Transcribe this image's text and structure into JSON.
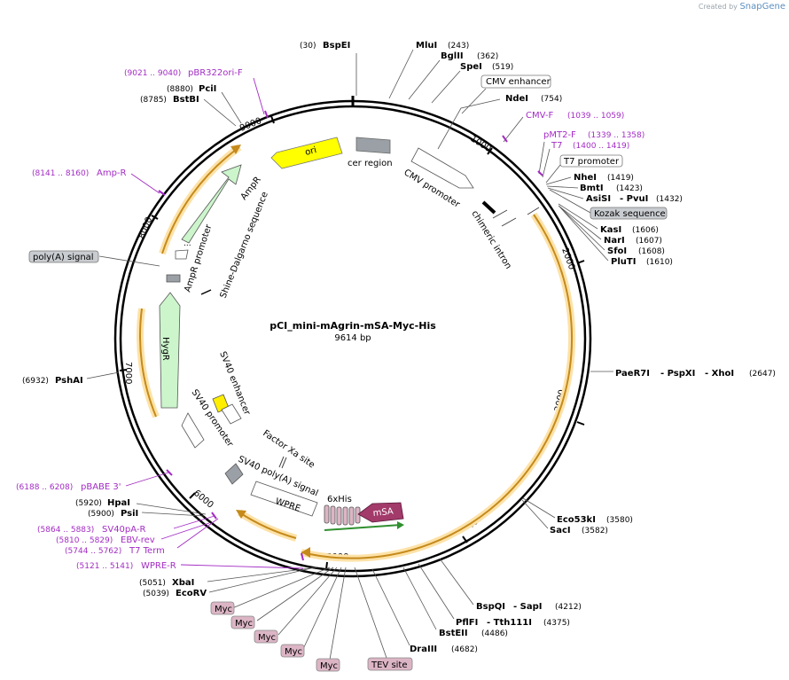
{
  "credit": {
    "prefix": "Created by",
    "brand": "SnapGene"
  },
  "plasmid": {
    "name": "pCI_mini-mAgrin-mSA-Myc-His",
    "size": "9614 bp"
  },
  "ticks": [
    "1000",
    "2000",
    "3000",
    "4000",
    "5000",
    "6000",
    "7000",
    "8000",
    "9000"
  ],
  "enzymes": {
    "bspei": {
      "name": "BspEI",
      "pos": "(30)"
    },
    "mlui": {
      "name": "MluI",
      "pos": "(243)"
    },
    "bglii": {
      "name": "BglII",
      "pos": "(362)"
    },
    "spei": {
      "name": "SpeI",
      "pos": "(519)"
    },
    "ndei": {
      "name": "NdeI",
      "pos": "(754)"
    },
    "nhei": {
      "name": "NheI",
      "pos": "(1419)"
    },
    "bmti": {
      "name": "BmtI",
      "pos": "(1423)"
    },
    "asisi": {
      "name": "AsiSI",
      "name2": "- PvuI",
      "pos": "(1432)"
    },
    "kasi": {
      "name": "KasI",
      "pos": "(1606)"
    },
    "nari": {
      "name": "NarI",
      "pos": "(1607)"
    },
    "sfoi": {
      "name": "SfoI",
      "pos": "(1608)"
    },
    "pluti": {
      "name": "PluTI",
      "pos": "(1610)"
    },
    "paer7i": {
      "name": "PaeR7I",
      "name2": "- PspXI",
      "name3": "- XhoI",
      "pos": "(2647)"
    },
    "eco53ki": {
      "name": "Eco53kI",
      "pos": "(3580)"
    },
    "saci": {
      "name": "SacI",
      "pos": "(3582)"
    },
    "bspqi": {
      "name": "BspQI",
      "name2": "- SapI",
      "pos": "(4212)"
    },
    "pflfi": {
      "name": "PflFI",
      "name2": "- Tth111I",
      "pos": "(4375)"
    },
    "bsteii": {
      "name": "BstEII",
      "pos": "(4486)"
    },
    "draiii": {
      "name": "DraIII",
      "pos": "(4682)"
    },
    "xbai": {
      "name": "XbaI",
      "pos": "(5051)"
    },
    "ecorv": {
      "name": "EcoRV",
      "pos": "(5039)"
    },
    "hpai": {
      "name": "HpaI",
      "pos": "(5920)"
    },
    "psii": {
      "name": "PsiI",
      "pos": "(5900)"
    },
    "pshai": {
      "name": "PshAI",
      "pos": "(6932)"
    },
    "pcii": {
      "name": "PciI",
      "pos": "(8880)"
    },
    "bstbi": {
      "name": "BstBI",
      "pos": "(8785)"
    }
  },
  "primers": {
    "pbr322": {
      "name": "pBR322ori-F",
      "pos": "(9021 .. 9040)"
    },
    "cmvf": {
      "name": "CMV-F",
      "pos": "(1039 .. 1059)"
    },
    "pmt2f": {
      "name": "pMT2-F",
      "pos": "(1339 .. 1358)"
    },
    "t7": {
      "name": "T7",
      "pos": "(1400 .. 1419)"
    },
    "ampr": {
      "name": "Amp-R",
      "pos": "(8141 .. 8160)"
    },
    "pbabe": {
      "name": "pBABE 3'",
      "pos": "(6188 .. 6208)"
    },
    "sv40pa": {
      "name": "SV40pA-R",
      "pos": "(5864 .. 5883)"
    },
    "ebv": {
      "name": "EBV-rev",
      "pos": "(5810 .. 5829)"
    },
    "t7term": {
      "name": "T7 Term",
      "pos": "(5744 .. 5762)"
    },
    "wprer": {
      "name": "WPRE-R",
      "pos": "(5121 .. 5141)"
    }
  },
  "boxes": {
    "cmv_enhancer": "CMV enhancer",
    "t7_promoter": "T7 promoter",
    "kozak": "Kozak sequence",
    "polya": "poly(A) signal",
    "myc": "Myc",
    "tev": "TEV site"
  },
  "features": {
    "ori": "ori",
    "cer": "cer region",
    "cmv_promoter": "CMV promoter",
    "chimeric_intron": "chimeric intron",
    "ampr": "AmpR",
    "ampr_promoter": "AmpR promoter",
    "ampr_promoter_short": "...",
    "shine": "Shine-Dalgarno sequence",
    "hygr": "HygR",
    "sv40_enhancer": "SV40 enhancer",
    "sv40_promoter": "SV40 promoter",
    "factor_xa": "Factor Xa site",
    "sv40_polya": "SV40 poly(A) signal",
    "wpre": "WPRE",
    "his": "6xHis",
    "msa": "mSA"
  },
  "colors": {
    "backbone": "#000000",
    "orf": "#f4b942",
    "ori": "#ffff00",
    "resistance": "#ccf5cc",
    "enzyme_name": "#000000",
    "primer": "#a32cc4",
    "tag_box": "#dcb5c5",
    "msa": "#a23a6a",
    "grey_feature": "#9aa0a6"
  }
}
